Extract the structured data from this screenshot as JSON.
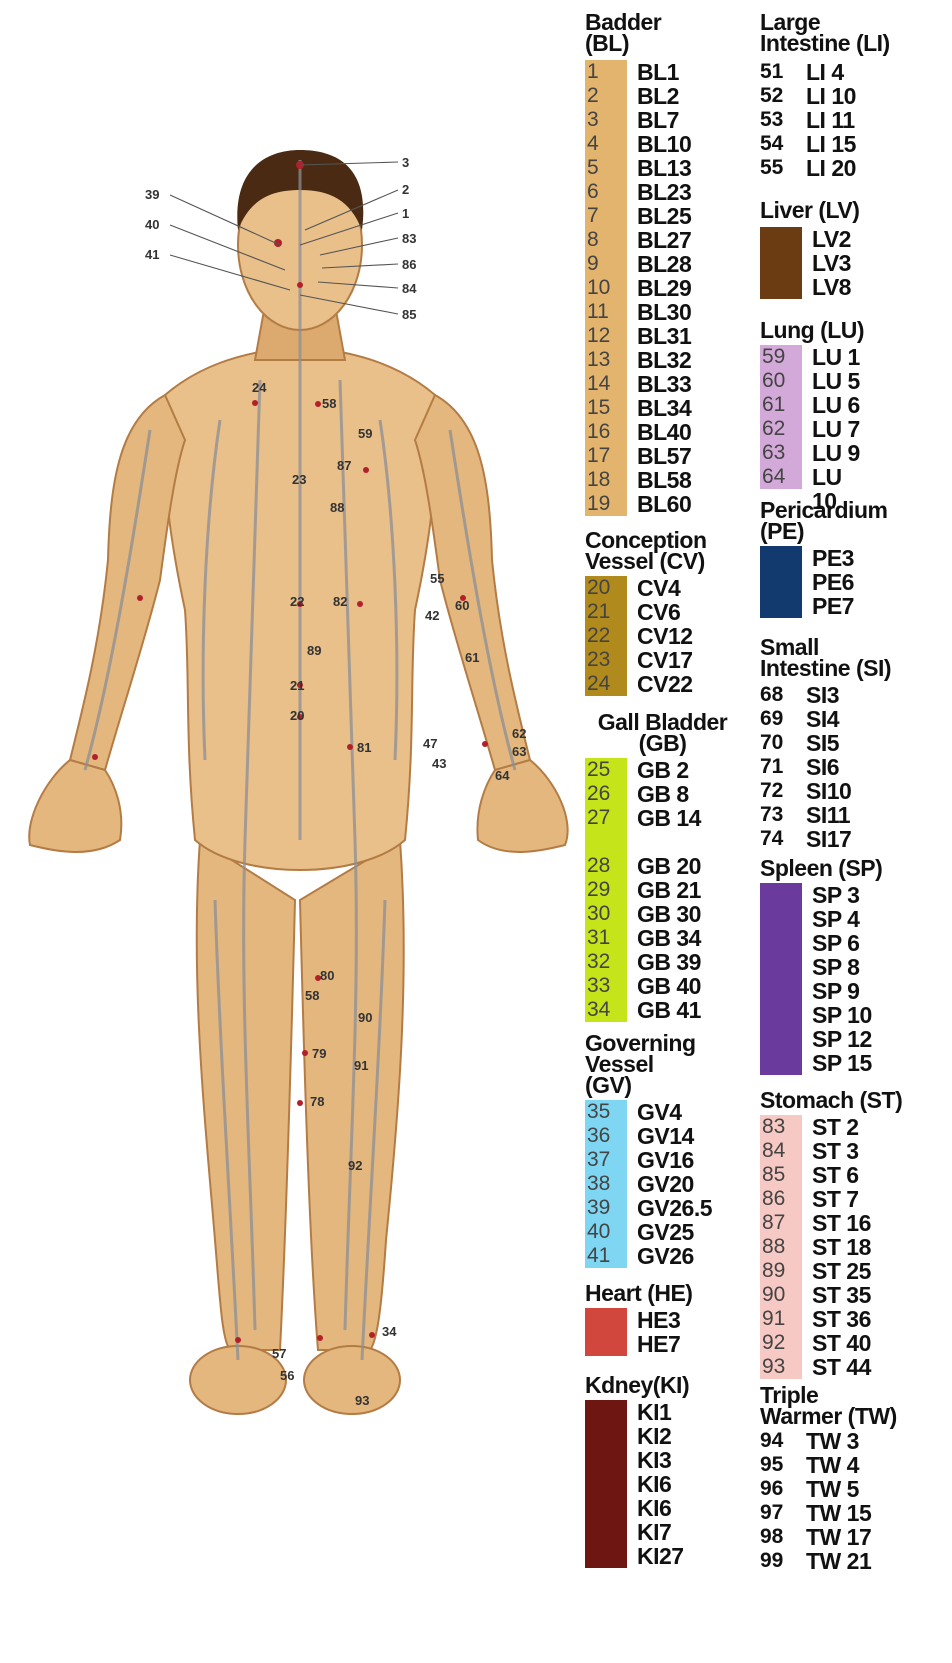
{
  "figure": {
    "labels": [
      "3",
      "2",
      "1",
      "83",
      "86",
      "84",
      "85",
      "39",
      "40",
      "41",
      "24",
      "58",
      "59",
      "87",
      "23",
      "88",
      "55",
      "60",
      "42",
      "22",
      "82",
      "89",
      "61",
      "21",
      "20",
      "81",
      "62",
      "63",
      "47",
      "43",
      "64",
      "80",
      "58",
      "90",
      "79",
      "91",
      "78",
      "92",
      "34",
      "57",
      "56",
      "93"
    ]
  },
  "colors": {
    "skin": "#e9bf8a",
    "skin_shadow": "#c9945a",
    "hair": "#4a2a12",
    "meridian": "#8b8f96",
    "point": "#b2202a"
  },
  "legend_left": [
    {
      "title": "Badder\n(BL)",
      "color": "#e3b46d",
      "rows": [
        {
          "num": "1",
          "code": "BL1"
        },
        {
          "num": "2",
          "code": "BL2"
        },
        {
          "num": "3",
          "code": "BL7"
        },
        {
          "num": "4",
          "code": "BL10"
        },
        {
          "num": "5",
          "code": "BL13"
        },
        {
          "num": "6",
          "code": "BL23"
        },
        {
          "num": "7",
          "code": "BL25"
        },
        {
          "num": "8",
          "code": "BL27"
        },
        {
          "num": "9",
          "code": "BL28"
        },
        {
          "num": "10",
          "code": "BL29"
        },
        {
          "num": "11",
          "code": "BL30"
        },
        {
          "num": "12",
          "code": "BL31"
        },
        {
          "num": "13",
          "code": "BL32"
        },
        {
          "num": "14",
          "code": "BL33"
        },
        {
          "num": "15",
          "code": "BL34"
        },
        {
          "num": "16",
          "code": "BL40"
        },
        {
          "num": "17",
          "code": "BL57"
        },
        {
          "num": "18",
          "code": "BL58"
        },
        {
          "num": "19",
          "code": "BL60"
        }
      ]
    },
    {
      "title": "Conception\nVessel (CV)",
      "color": "#b08a1c",
      "rows": [
        {
          "num": "20",
          "code": "CV4"
        },
        {
          "num": "21",
          "code": "CV6"
        },
        {
          "num": "22",
          "code": "CV12"
        },
        {
          "num": "23",
          "code": "CV17"
        },
        {
          "num": "24",
          "code": "CV22"
        }
      ]
    },
    {
      "title": "Gall Bladder\n(GB)",
      "color": "#c6e41a",
      "rows": [
        {
          "num": "25",
          "code": "GB 2"
        },
        {
          "num": "26",
          "code": "GB 8"
        },
        {
          "num": "27",
          "code": "GB 14"
        },
        {
          "num": "",
          "code": ""
        },
        {
          "num": "28",
          "code": "GB 20"
        },
        {
          "num": "29",
          "code": "GB 21"
        },
        {
          "num": "30",
          "code": "GB 30"
        },
        {
          "num": "31",
          "code": "GB 34"
        },
        {
          "num": "32",
          "code": "GB 39"
        },
        {
          "num": "33",
          "code": "GB 40"
        },
        {
          "num": "34",
          "code": "GB 41"
        }
      ]
    },
    {
      "title": "Governing\nVessel\n(GV)",
      "color": "#7fd6f2",
      "rows": [
        {
          "num": "35",
          "code": "GV4"
        },
        {
          "num": "36",
          "code": "GV14"
        },
        {
          "num": "37",
          "code": "GV16"
        },
        {
          "num": "38",
          "code": "GV20"
        },
        {
          "num": "39",
          "code": "GV26.5"
        },
        {
          "num": "40",
          "code": "GV25"
        },
        {
          "num": "41",
          "code": "GV26"
        }
      ]
    },
    {
      "title": "Heart (HE)",
      "color": "#d1473d",
      "rows": [
        {
          "num": "",
          "code": "HE3"
        },
        {
          "num": "",
          "code": "HE7"
        }
      ]
    },
    {
      "title": "Kdney(KI)",
      "color": "#6e1712",
      "rows": [
        {
          "num": "",
          "code": "KI1"
        },
        {
          "num": "",
          "code": "KI2"
        },
        {
          "num": "",
          "code": "KI3"
        },
        {
          "num": "",
          "code": "KI6"
        },
        {
          "num": "",
          "code": "KI6"
        },
        {
          "num": "",
          "code": "KI7"
        },
        {
          "num": "",
          "code": "KI27"
        }
      ]
    }
  ],
  "legend_right": [
    {
      "title": "Large\nIntestine (LI)",
      "color": "",
      "rows": [
        {
          "num": "51",
          "code": "LI 4"
        },
        {
          "num": "52",
          "code": "LI 10"
        },
        {
          "num": "53",
          "code": "LI 11"
        },
        {
          "num": "54",
          "code": "LI 15"
        },
        {
          "num": "55",
          "code": "LI 20"
        }
      ]
    },
    {
      "title": "Liver (LV)",
      "color": "#6b3c12",
      "rows": [
        {
          "num": "",
          "code": "LV2"
        },
        {
          "num": "",
          "code": "LV3"
        },
        {
          "num": "",
          "code": "LV8"
        }
      ]
    },
    {
      "title": "Lung (LU)",
      "color": "#d3a9d9",
      "rows": [
        {
          "num": "59",
          "code": "LU 1"
        },
        {
          "num": "60",
          "code": "LU 5"
        },
        {
          "num": "61",
          "code": "LU 6"
        },
        {
          "num": "62",
          "code": "LU 7"
        },
        {
          "num": "63",
          "code": "LU 9"
        },
        {
          "num": "64",
          "code": "LU 10"
        }
      ]
    },
    {
      "title": "Pericardium\n(PE)",
      "color": "#123a6e",
      "rows": [
        {
          "num": "",
          "code": "PE3"
        },
        {
          "num": "",
          "code": "PE6"
        },
        {
          "num": "",
          "code": "PE7"
        }
      ]
    },
    {
      "title": "Small\nIntestine (SI)",
      "color": "",
      "rows": [
        {
          "num": "68",
          "code": "SI3"
        },
        {
          "num": "69",
          "code": "SI4"
        },
        {
          "num": "70",
          "code": "SI5"
        },
        {
          "num": "71",
          "code": "SI6"
        },
        {
          "num": "72",
          "code": "SI10"
        },
        {
          "num": "73",
          "code": "SI11"
        },
        {
          "num": "74",
          "code": "SI17"
        }
      ]
    },
    {
      "title": "Spleen (SP)",
      "color": "#6a3b9c",
      "rows": [
        {
          "num": "",
          "code": "SP 3"
        },
        {
          "num": "",
          "code": "SP 4"
        },
        {
          "num": "",
          "code": "SP 6"
        },
        {
          "num": "",
          "code": "SP 8"
        },
        {
          "num": "",
          "code": "SP 9"
        },
        {
          "num": "",
          "code": "SP 10"
        },
        {
          "num": "",
          "code": "SP 12"
        },
        {
          "num": "",
          "code": "SP 15"
        }
      ]
    },
    {
      "title": "Stomach (ST)",
      "color": "#f6c9c4",
      "rows": [
        {
          "num": "83",
          "code": "ST 2"
        },
        {
          "num": "84",
          "code": "ST 3"
        },
        {
          "num": "85",
          "code": "ST 6"
        },
        {
          "num": "86",
          "code": "ST 7"
        },
        {
          "num": "87",
          "code": "ST 16"
        },
        {
          "num": "88",
          "code": "ST 18"
        },
        {
          "num": "89",
          "code": "ST 25"
        },
        {
          "num": "90",
          "code": "ST 35"
        },
        {
          "num": "91",
          "code": "ST 36"
        },
        {
          "num": "92",
          "code": "ST 40"
        },
        {
          "num": "93",
          "code": "ST 44"
        }
      ]
    },
    {
      "title": "Triple\nWarmer (TW)",
      "color": "",
      "rows": [
        {
          "num": "94",
          "code": "TW 3"
        },
        {
          "num": "95",
          "code": "TW 4"
        },
        {
          "num": "96",
          "code": "TW 5"
        },
        {
          "num": "97",
          "code": "TW 15"
        },
        {
          "num": "98",
          "code": "TW 17"
        },
        {
          "num": "99",
          "code": "TW 21"
        }
      ]
    }
  ]
}
